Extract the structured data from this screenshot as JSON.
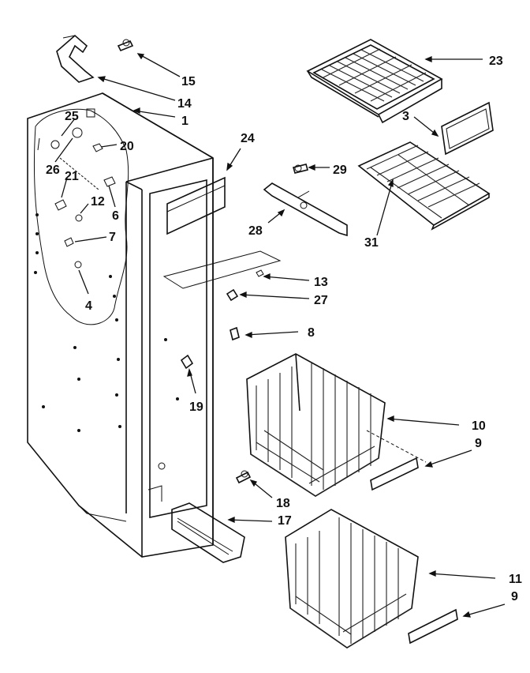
{
  "callouts": [
    {
      "id": "c15",
      "text": "15"
    },
    {
      "id": "c14",
      "text": "14"
    },
    {
      "id": "c1",
      "text": "1"
    },
    {
      "id": "c25",
      "text": "25"
    },
    {
      "id": "c20",
      "text": "20"
    },
    {
      "id": "c26",
      "text": "26"
    },
    {
      "id": "c21",
      "text": "21"
    },
    {
      "id": "c12",
      "text": "12"
    },
    {
      "id": "c6",
      "text": "6"
    },
    {
      "id": "c7",
      "text": "7"
    },
    {
      "id": "c4",
      "text": "4"
    },
    {
      "id": "c24",
      "text": "24"
    },
    {
      "id": "c23",
      "text": "23"
    },
    {
      "id": "c3",
      "text": "3"
    },
    {
      "id": "c29",
      "text": "29"
    },
    {
      "id": "c28",
      "text": "28"
    },
    {
      "id": "c31",
      "text": "31"
    },
    {
      "id": "c13",
      "text": "13"
    },
    {
      "id": "c27",
      "text": "27"
    },
    {
      "id": "c8",
      "text": "8"
    },
    {
      "id": "c19",
      "text": "19"
    },
    {
      "id": "c10",
      "text": "10"
    },
    {
      "id": "c9a",
      "text": "9"
    },
    {
      "id": "c18",
      "text": "18"
    },
    {
      "id": "c17",
      "text": "17"
    },
    {
      "id": "c11",
      "text": "11"
    },
    {
      "id": "c9b",
      "text": "9"
    }
  ]
}
